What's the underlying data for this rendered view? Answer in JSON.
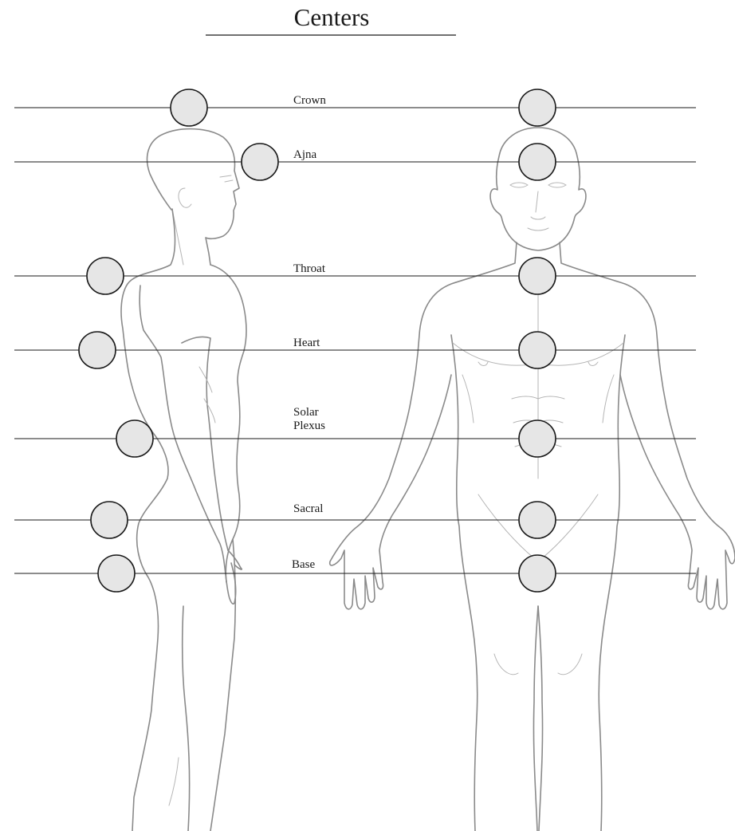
{
  "title": "Centers",
  "centers": [
    {
      "id": "crown",
      "lines": [
        "Crown"
      ]
    },
    {
      "id": "ajna",
      "lines": [
        "Ajna"
      ]
    },
    {
      "id": "throat",
      "lines": [
        "Throat"
      ]
    },
    {
      "id": "heart",
      "lines": [
        "Heart"
      ]
    },
    {
      "id": "solar-plexus",
      "lines": [
        "Solar",
        "Plexus"
      ]
    },
    {
      "id": "sacral",
      "lines": [
        "Sacral"
      ]
    },
    {
      "id": "base",
      "lines": [
        "Base"
      ]
    }
  ],
  "colors": {
    "circle_fill": "#e6e6e6",
    "outline": "#1a1a1a",
    "figure": "#8a8a8a"
  },
  "figures": [
    "side-view-figure",
    "front-view-figure"
  ]
}
